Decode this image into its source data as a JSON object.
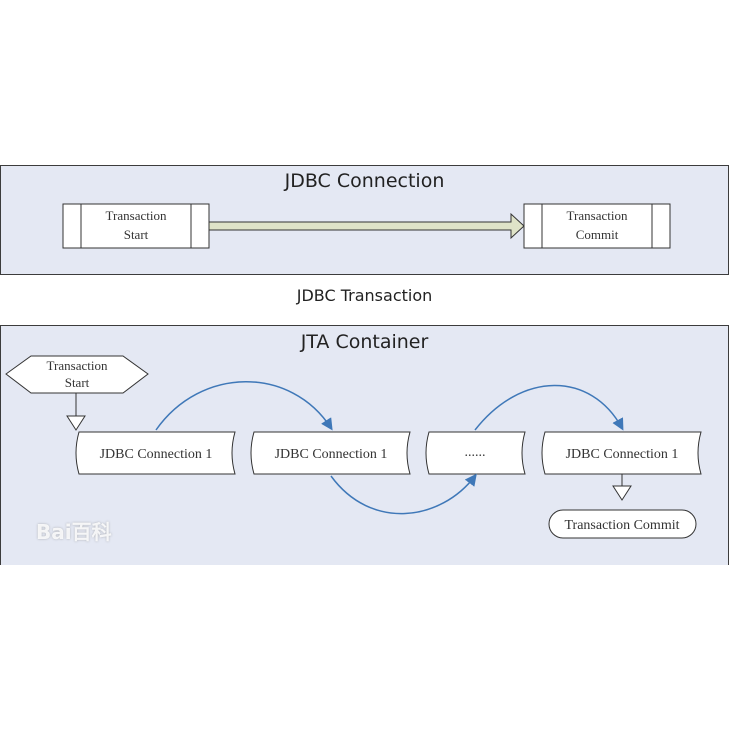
{
  "jdbc": {
    "title": "JDBC Connection",
    "start_line1": "Transaction",
    "start_line2": "Start",
    "commit_line1": "Transaction",
    "commit_line2": "Commit"
  },
  "caption": "JDBC Transaction",
  "jta": {
    "title": "JTA Container",
    "start_line1": "Transaction",
    "start_line2": "Start",
    "conn1": "JDBC Connection 1",
    "conn2": "JDBC Connection 1",
    "ellipsis": "......",
    "conn4": "JDBC Connection 1",
    "commit": "Transaction Commit"
  },
  "colors": {
    "panel_fill": "#e4e8f3",
    "arc": "#3f78b8",
    "arrow_fill": "#dfe3c8"
  },
  "watermark": "Bai百科"
}
